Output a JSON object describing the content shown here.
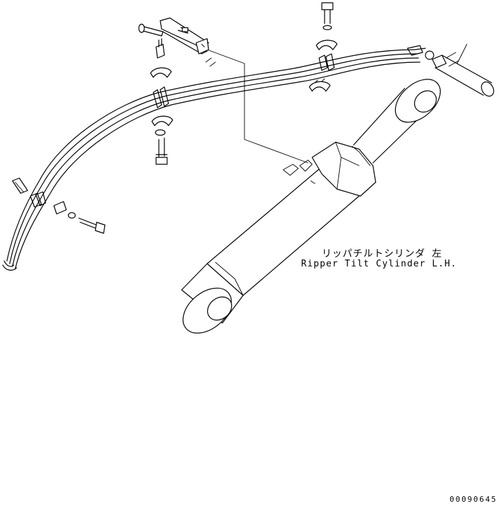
{
  "diagram": {
    "component_label_jp": "リッパチルトシリンダ 左",
    "component_label_en": "Ripper Tilt Cylinder L.H.",
    "drawing_code": "00090645"
  }
}
